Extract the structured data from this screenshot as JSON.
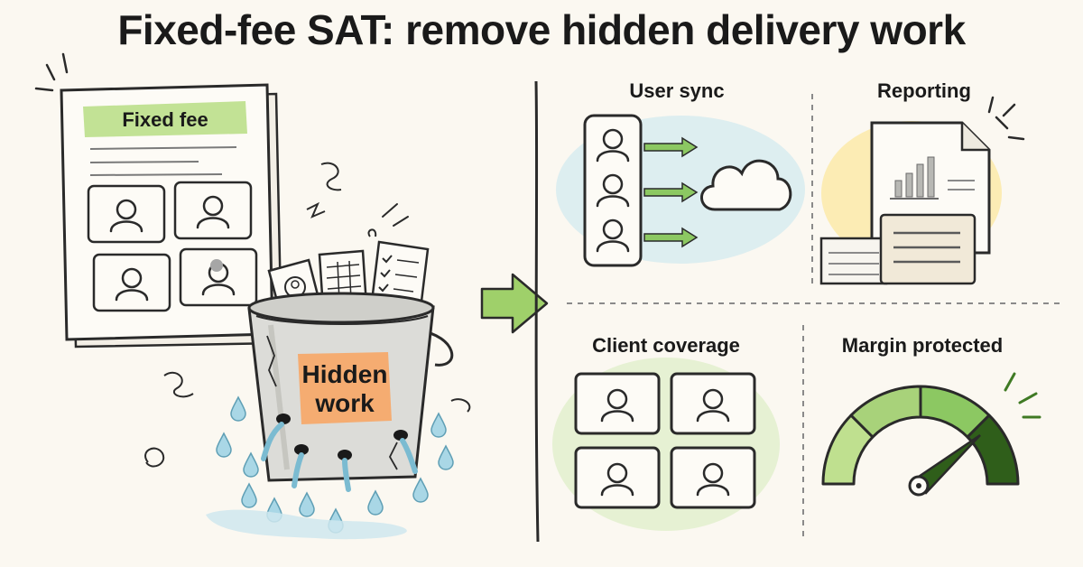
{
  "title": "Fixed-fee SAT: remove hidden delivery work",
  "left": {
    "contract_label": "Fixed fee",
    "bucket_label_line1": "Hidden",
    "bucket_label_line2": "work"
  },
  "panels": {
    "user_sync": "User sync",
    "reporting": "Reporting",
    "client_coverage": "Client coverage",
    "margin_protected": "Margin protected"
  },
  "colors": {
    "ink": "#2a2a2a",
    "green_light": "#bfe08f",
    "green_mid": "#8cc862",
    "green_dark": "#2f5e1a",
    "orange": "#f6a96b",
    "blue_wash": "#d9ecef",
    "yellow_wash": "#fbeaa9",
    "green_wash": "#e3efcf",
    "water": "#a9d7e6"
  },
  "icons": [
    "person-icon",
    "cloud-icon",
    "arrow-right-icon",
    "document-icon",
    "bar-chart-icon",
    "gauge-icon",
    "bucket-icon",
    "water-drop-icon",
    "checklist-icon",
    "spreadsheet-icon"
  ]
}
